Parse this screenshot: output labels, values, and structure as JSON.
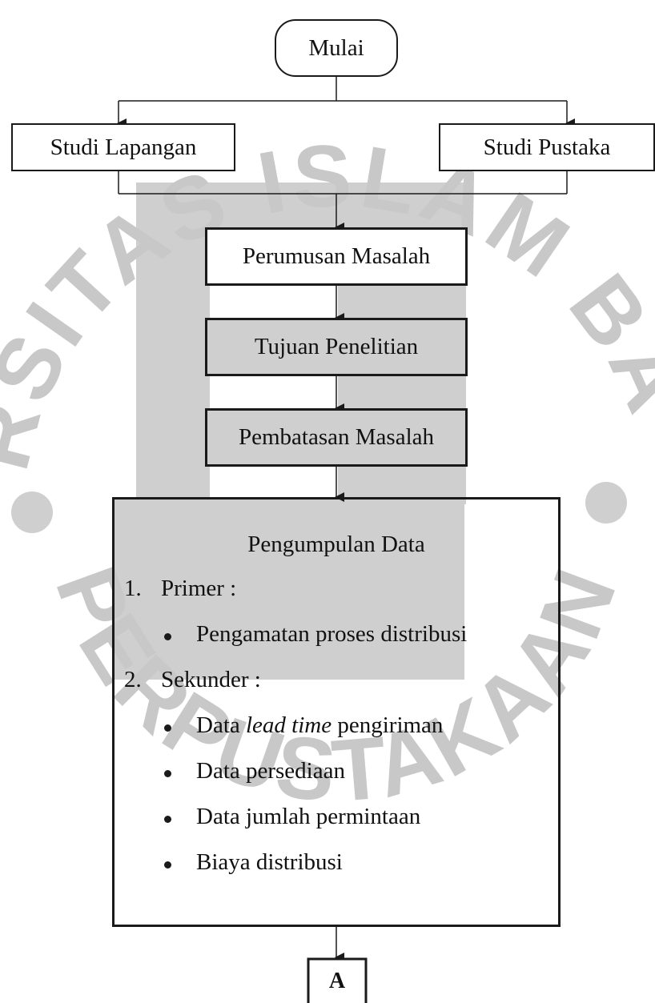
{
  "watermark": {
    "top_arc": "UNIVERSITAS ISLAM BANDUNG",
    "bottom_arc": "PERPUSTAKAAN"
  },
  "flow": {
    "start": "Mulai",
    "left_study": "Studi Lapangan",
    "right_study": "Studi Pustaka",
    "step1": "Perumusan Masalah",
    "step2": "Tujuan Penelitian",
    "step3": "Pembatasan Masalah",
    "connector": "A"
  },
  "data_collection": {
    "title": "Pengumpulan Data",
    "primary_num": "1.",
    "primary_label": "Primer :",
    "primary_items": [
      "Pengamatan proses distribusi"
    ],
    "secondary_num": "2.",
    "secondary_label": "Sekunder :",
    "secondary_item1_prefix": "Data ",
    "secondary_item1_italic": "lead time",
    "secondary_item1_suffix": " pengiriman",
    "secondary_items": [
      "Data persediaan",
      "Data jumlah permintaan",
      "Biaya distribusi"
    ]
  }
}
